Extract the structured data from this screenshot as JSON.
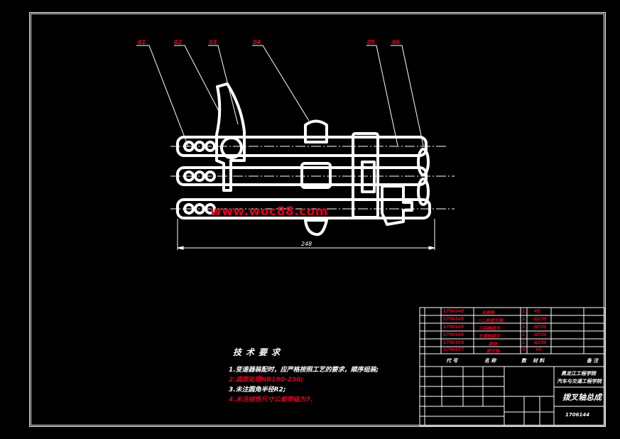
{
  "balloons": [
    "01",
    "02",
    "03",
    "04",
    "05",
    "06"
  ],
  "dimension_text": "248",
  "watermark": "www.woc88.com",
  "tech_requirements": {
    "title": "技术要求",
    "items": [
      "1.变速器装配时，应严格按照工艺的要求，顺序组装;",
      "2.调质处理HB190-230;",
      "3.未注圆角半径R2;",
      "4.未注线性尺寸公差等级为7."
    ]
  },
  "title_block": {
    "parts_rows": [
      {
        "code": "1706148",
        "name": "五倒档",
        "qty": "1",
        "material": "45"
      },
      {
        "code": "1706149",
        "name": "一二档拨叉轴",
        "qty": "1",
        "material": "Q235"
      },
      {
        "code": "1706145",
        "name": "三四档拨叉",
        "qty": "1",
        "material": "HT20"
      },
      {
        "code": "1706146",
        "name": "五倒档拨叉",
        "qty": "1",
        "material": "HT20"
      },
      {
        "code": "1706150",
        "name": "拨块",
        "qty": "1",
        "material": "Q235"
      },
      {
        "code": "1706157",
        "name": "拨叉轴",
        "qty": "3",
        "material": "45"
      }
    ],
    "header": {
      "code": "代 号",
      "name": "名 称",
      "qty": "数",
      "material": "材 料",
      "remark": "备 注"
    },
    "school": "黑龙江工程学院",
    "department": "汽车与交通工程学院",
    "drawing_title": "拨叉轴总成",
    "drawing_number": "1706144"
  }
}
